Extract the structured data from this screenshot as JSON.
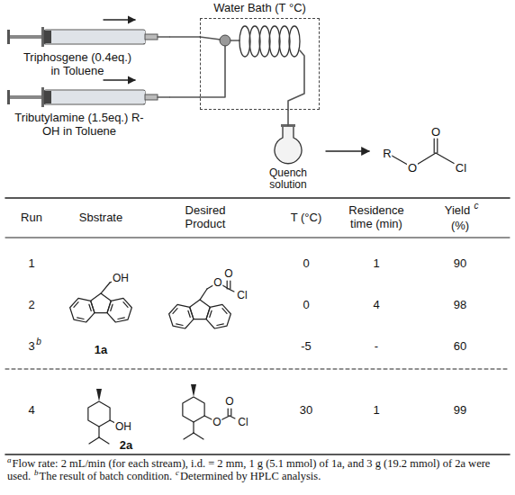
{
  "diagram": {
    "nodes": [
      {
        "text": [
          "Water Bath (T °C)"
        ]
      },
      {
        "text": [
          "Triphosgene (0.4eq.) in Toluene"
        ]
      },
      {
        "text": [
          "Tributylamine (1.5eq.) R-OH in Toluene"
        ]
      },
      {
        "text": [
          "Quench solution"
        ]
      }
    ],
    "edges": [
      {
        "from": 1,
        "to": 0,
        "arrow": "none"
      },
      {
        "from": 2,
        "to": 0,
        "arrow": "none"
      },
      {
        "from": 0,
        "to": 3,
        "arrow": "none"
      }
    ],
    "labels": [
      "Run",
      "Sbstrate",
      "Desired Product",
      "T (°C)",
      "Residence time (min)",
      "Yield",
      "c",
      "(%)",
      "1",
      "0",
      "1",
      "90",
      "2",
      "0",
      "4",
      "98",
      "3",
      "b",
      "-5",
      "-",
      "60",
      "4",
      "30",
      "1",
      "99",
      "1a",
      "2a",
      "OH",
      "O",
      "O",
      "Cl",
      "OH",
      "O",
      "O",
      "Cl",
      "R",
      "O",
      "O",
      "Cl",
      "a",
      "Flow rate: 2 mL/min (for each stream), i.d. = 2 mm, 1 g (5.1 mmol) of 1a, and 3 g (19.2 mmol) of 2a were used.",
      "b",
      "The result of batch condition.",
      "c",
      "Determined by HPLC analysis."
    ]
  }
}
